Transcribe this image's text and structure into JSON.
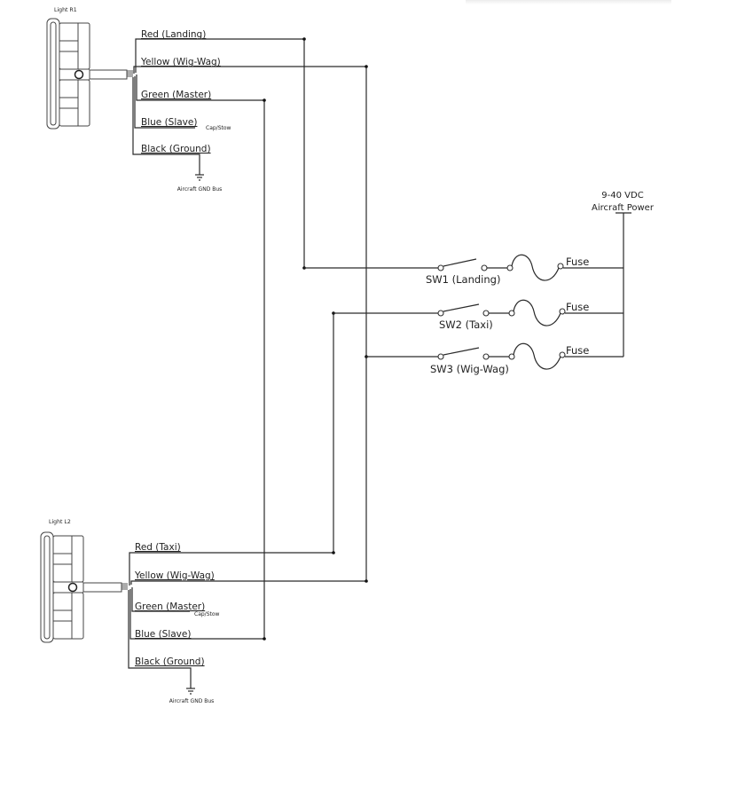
{
  "diagram": {
    "title": "Light wiring diagram",
    "lights": [
      {
        "name": "Light R1",
        "wires": [
          {
            "label": "Red (Landing)",
            "color": "red",
            "function": "Landing"
          },
          {
            "label": "Yellow (Wig-Wag)",
            "color": "yellow",
            "function": "Wig-Wag"
          },
          {
            "label": "Green (Master)",
            "color": "green",
            "function": "Master"
          },
          {
            "label": "Blue (Slave)",
            "color": "blue",
            "function": "Slave",
            "note": "Cap/Stow"
          },
          {
            "label": "Black (Ground)",
            "color": "black",
            "function": "Ground"
          }
        ],
        "ground_label": "Aircraft GND Bus"
      },
      {
        "name": "Light L2",
        "wires": [
          {
            "label": "Red (Taxi)",
            "color": "red",
            "function": "Taxi"
          },
          {
            "label": "Yellow (Wig-Wag)",
            "color": "yellow",
            "function": "Wig-Wag"
          },
          {
            "label": "Green (Master)",
            "color": "green",
            "function": "Master",
            "note": "Cap/Stow"
          },
          {
            "label": "Blue (Slave)",
            "color": "blue",
            "function": "Slave"
          },
          {
            "label": "Black (Ground)",
            "color": "black",
            "function": "Ground"
          }
        ],
        "ground_label": "Aircraft GND Bus"
      }
    ],
    "switches": [
      {
        "label": "SW1 (Landing)",
        "fuse_label": "Fuse"
      },
      {
        "label": "SW2 (Taxi)",
        "fuse_label": "Fuse"
      },
      {
        "label": "SW3 (Wig-Wag)",
        "fuse_label": "Fuse"
      }
    ],
    "power": {
      "voltage": "9-40 VDC",
      "label": "Aircraft Power"
    },
    "connections": [
      "Light R1 Red (Landing) -> SW1",
      "Light L2 Red (Taxi) -> SW2",
      "Light R1 Yellow (Wig-Wag) + Light L2 Yellow (Wig-Wag) -> SW3",
      "Light R1 Green (Master) -> Light L2 Blue (Slave)",
      "SW1/SW2/SW3 via Fuse -> 9-40 VDC Aircraft Power"
    ]
  }
}
